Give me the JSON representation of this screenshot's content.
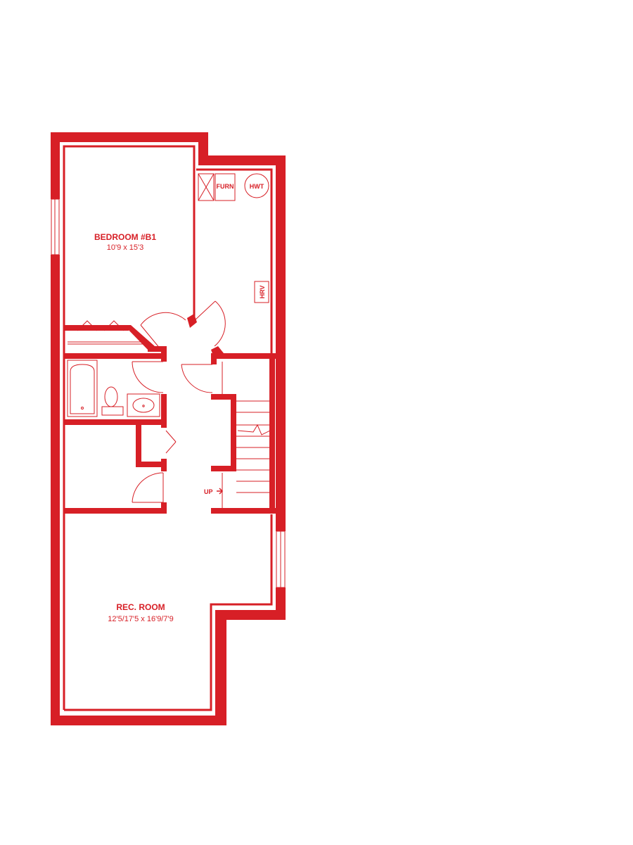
{
  "colors": {
    "wall": "#d71f26",
    "fixture": "#d71f26",
    "background": "#ffffff"
  },
  "rooms": {
    "bedroom": {
      "name": "BEDROOM #B1",
      "dimensions": "10'9 x 15'3"
    },
    "rec_room": {
      "name": "REC. ROOM",
      "dimensions": "12'5/17'5 x 16'9/7'9"
    }
  },
  "fixtures": {
    "furnace": "FURN",
    "water_heater": "HWT",
    "hrv": "HRV"
  },
  "stairs": {
    "label": "UP"
  }
}
